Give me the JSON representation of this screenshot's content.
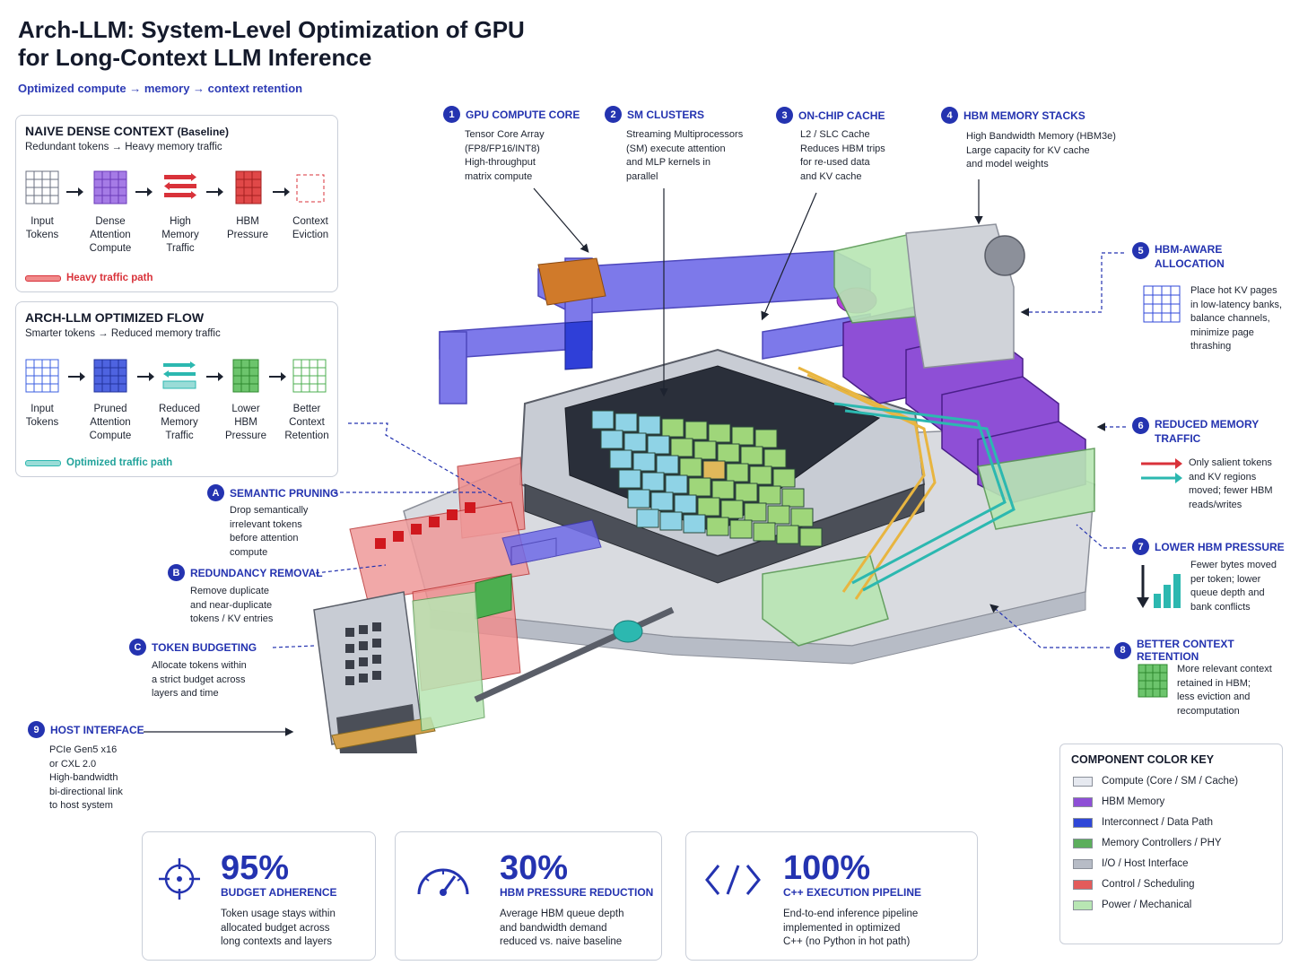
{
  "title_line1": "Arch-LLM: System-Level Optimization of GPU",
  "title_line2": "for Long-Context LLM Inference",
  "subtitle": "Optimized compute → memory → context retention",
  "naive": {
    "title": "NAIVE DENSE CONTEXT",
    "title_suffix": "(Baseline)",
    "subtitle": "Redundant tokens → Heavy memory traffic",
    "steps": [
      {
        "label": "Input\nTokens"
      },
      {
        "label": "Dense\nAttention\nCompute"
      },
      {
        "label": "High\nMemory\nTraffic"
      },
      {
        "label": "HBM\nPressure"
      },
      {
        "label": "Context\nEviction"
      }
    ],
    "legend": "Heavy traffic path"
  },
  "optimized": {
    "title": "ARCH-LLM OPTIMIZED FLOW",
    "subtitle": "Smarter tokens → Reduced memory traffic",
    "steps": [
      {
        "label": "Input\nTokens"
      },
      {
        "label": "Pruned\nAttention\nCompute"
      },
      {
        "label": "Reduced\nMemory\nTraffic"
      },
      {
        "label": "Lower\nHBM\nPressure"
      },
      {
        "label": "Better\nContext\nRetention"
      }
    ],
    "legend": "Optimized traffic path"
  },
  "callouts": {
    "c1": {
      "num": "1",
      "title": "GPU COMPUTE CORE",
      "body": "Tensor Core Array\n(FP8/FP16/INT8)\nHigh-throughput\nmatrix compute"
    },
    "c2": {
      "num": "2",
      "title": "SM CLUSTERS",
      "body": "Streaming Multiprocessors\n(SM) execute attention\nand MLP kernels in\nparallel"
    },
    "c3": {
      "num": "3",
      "title": "ON-CHIP CACHE",
      "body": "L2 / SLC Cache\nReduces HBM trips\nfor re-used data\nand KV cache"
    },
    "c4": {
      "num": "4",
      "title": "HBM MEMORY STACKS",
      "body": "High Bandwidth Memory (HBM3e)\nLarge capacity for KV cache\nand model weights"
    },
    "c5": {
      "num": "5",
      "title": "HBM-AWARE\nALLOCATION",
      "body": "Place hot KV pages\nin low-latency banks,\nbalance channels,\nminimize page\nthrashing"
    },
    "c6": {
      "num": "6",
      "title": "REDUCED MEMORY\nTRAFFIC",
      "body": "Only salient tokens\nand KV regions\nmoved; fewer HBM\nreads/writes"
    },
    "c7": {
      "num": "7",
      "title": "LOWER HBM PRESSURE",
      "body": "Fewer bytes moved\nper token; lower\nqueue depth and\nbank conflicts"
    },
    "c8": {
      "num": "8",
      "title": "BETTER CONTEXT RETENTION",
      "body": "More relevant context\nretained in HBM;\nless eviction and\nrecomputation"
    },
    "c9": {
      "num": "9",
      "title": "HOST INTERFACE",
      "body": "PCIe Gen5 x16\nor CXL 2.0\nHigh-bandwidth\nbi-directional link\nto host system"
    },
    "ca": {
      "num": "A",
      "title": "SEMANTIC PRUNING",
      "body": "Drop semantically\nirrelevant tokens\nbefore attention\ncompute"
    },
    "cb": {
      "num": "B",
      "title": "REDUNDANCY REMOVAL",
      "body": "Remove duplicate\nand near-duplicate\ntokens / KV entries"
    },
    "cc": {
      "num": "C",
      "title": "TOKEN BUDGETING",
      "body": "Allocate tokens within\na strict budget across\nlayers and time"
    }
  },
  "stats": [
    {
      "value": "95%",
      "label": "BUDGET ADHERENCE",
      "desc": "Token usage stays within\nallocated budget across\nlong contexts and layers",
      "icon": "target-icon"
    },
    {
      "value": "30%",
      "label": "HBM PRESSURE REDUCTION",
      "desc": "Average HBM queue depth\nand bandwidth demand\nreduced vs. naive baseline",
      "icon": "gauge-icon"
    },
    {
      "value": "100%",
      "label": "C++ EXECUTION PIPELINE",
      "desc": "End-to-end inference pipeline\nimplemented in optimized\nC++ (no Python in hot path)",
      "icon": "code-icon"
    }
  ],
  "key": {
    "title": "COMPONENT COLOR KEY",
    "items": [
      {
        "label": "Compute (Core / SM / Cache)",
        "color": "#e6e9f0"
      },
      {
        "label": "HBM Memory",
        "color": "#8e4fd6"
      },
      {
        "label": "Interconnect / Data Path",
        "color": "#2f47d8"
      },
      {
        "label": "Memory Controllers / PHY",
        "color": "#5cae5c"
      },
      {
        "label": "I/O / Host Interface",
        "color": "#b7bcc6"
      },
      {
        "label": "Control / Scheduling",
        "color": "#e35b5b"
      },
      {
        "label": "Power / Mechanical",
        "color": "#b8e6b3"
      }
    ]
  },
  "colors": {
    "accent": "#2433b0",
    "naive_red": "#d9323a",
    "opt_teal": "#2cb8b0",
    "green": "#4caf50",
    "purple": "#8e4fd6"
  }
}
